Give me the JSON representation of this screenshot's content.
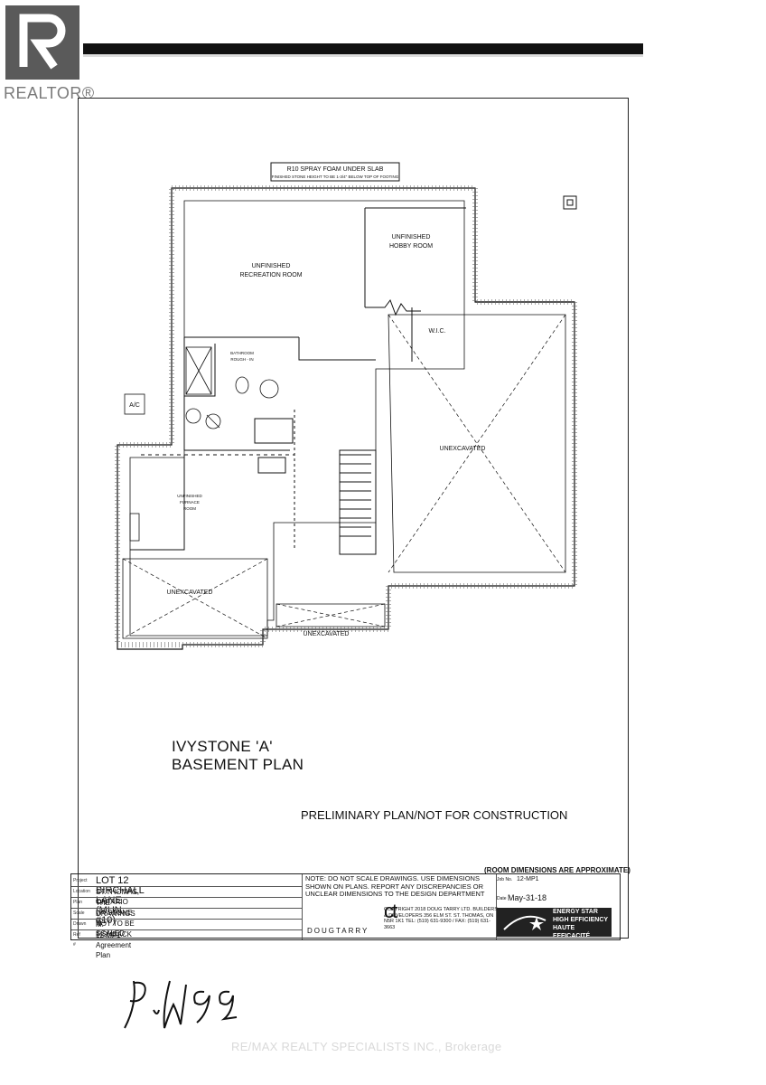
{
  "realtor_logo": {
    "text": "REALTOR®"
  },
  "rooms": {
    "recreation": "UNFINISHED RECREATION ROOM",
    "hobby": "UNFINISHED HOBBY ROOM",
    "wic": "W.I.C.",
    "bathroom": "BATHROOM ROUGH - IN",
    "ac": "A/C",
    "furnace_room": "UNFINISHED FURNACE ROOM",
    "unexcavated_right": "UNEXCAVATED",
    "unexcavated_left": "UNEXCAVATED",
    "unexcavated_bottom": "UNEXCAVATED"
  },
  "slab_note": {
    "main": "R10 SPRAY FOAM UNDER SLAB",
    "sub": "FINISHED STONE HEIGHT TO BE 1-3/4\" BELOW TOP OF FOOTING"
  },
  "plan_title": {
    "line1": "IVYSTONE 'A'",
    "line2": "BASEMENT PLAN"
  },
  "prelim_note": "PRELIMINARY PLAN/NOT FOR CONSTRUCTION",
  "room_dimensions_note": "(ROOM DIMENSIONS ARE APPROXIMATE)",
  "title_block": {
    "project_label": "Project",
    "project": "LOT 12 BIRCHALL LANE (MUN. #10)",
    "location_label": "Location",
    "location": "ST.THOMAS, ONTARIO",
    "plan_label": "Plan",
    "plan": "THE IVYSTONE 'A'",
    "scale_label": "Scale",
    "scale": "DRAWINGS NOT TO BE SCALED",
    "drawn_label": "Drawn",
    "drawn": "M. FISHBACK",
    "ref_label": "Ref #",
    "ref": "12 MP1 Agreement Plan",
    "note": "NOTE: DO NOT SCALE DRAWINGS. USE DIMENSIONS SHOWN ON PLANS. REPORT ANY DISCREPANCIES OR UNCLEAR DIMENSIONS TO THE DESIGN DEPARTMENT",
    "logo": "ct",
    "builder": "DOUGTARRY",
    "copyright": "COPYRIGHT 2018 DOUG TARRY LTD. BUILDERS & DEVELOPERS 356 ELM ST. ST. THOMAS, ON N5R 1K1 TEL: (519) 631-9300 / FAX: (519) 631-3663",
    "job_label": "Job No.",
    "job": "12-MP1",
    "date_label": "Date",
    "date": "May-31-18",
    "energy_star": "ENERGY STAR HIGH EFFICIENCY HAUTE EFFICACITÉ"
  },
  "watermark": "RE/MAX REALTY SPECIALISTS INC., Brokerage"
}
